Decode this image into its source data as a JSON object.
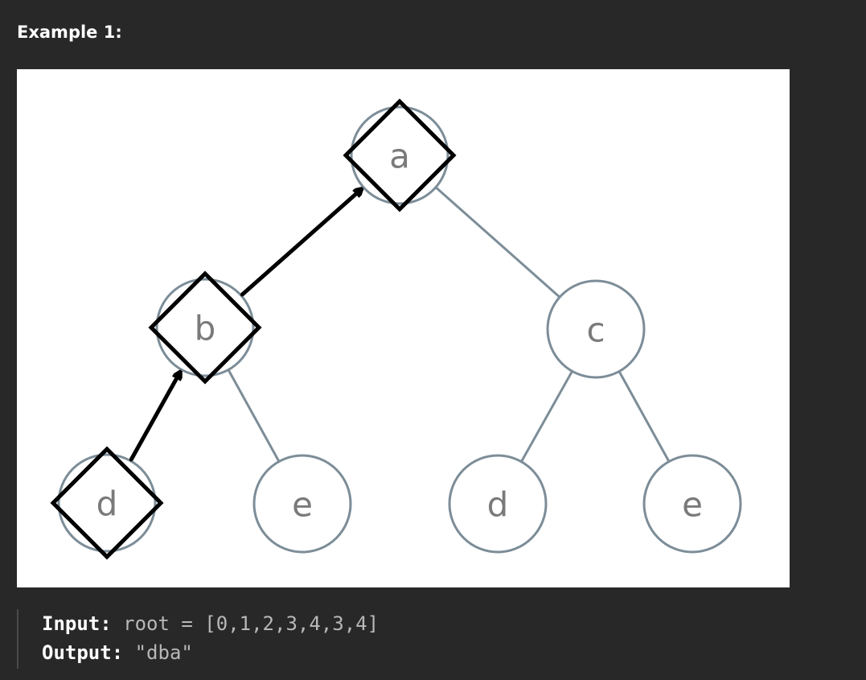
{
  "example": {
    "heading": "Example 1:"
  },
  "tree": {
    "nodes": [
      {
        "id": "a",
        "label": "a",
        "highlighted": true
      },
      {
        "id": "b",
        "label": "b",
        "highlighted": true
      },
      {
        "id": "c",
        "label": "c",
        "highlighted": false
      },
      {
        "id": "d1",
        "label": "d",
        "highlighted": true
      },
      {
        "id": "e1",
        "label": "e",
        "highlighted": false
      },
      {
        "id": "d2",
        "label": "d",
        "highlighted": false
      },
      {
        "id": "e2",
        "label": "e",
        "highlighted": false
      }
    ],
    "edges": [
      [
        "a",
        "c"
      ],
      [
        "b",
        "e1"
      ],
      [
        "c",
        "d2"
      ],
      [
        "c",
        "e2"
      ]
    ],
    "path_arrows": [
      [
        "d1",
        "b"
      ],
      [
        "b",
        "a"
      ]
    ],
    "colors": {
      "node_stroke": "#7c8d98",
      "edge": "#7c8d98",
      "highlight": "#000000",
      "label": "#7a7a7a"
    }
  },
  "io": {
    "input_label": "Input:",
    "input_value": "root = [0,1,2,3,4,3,4]",
    "output_label": "Output:",
    "output_value": "\"dba\""
  }
}
